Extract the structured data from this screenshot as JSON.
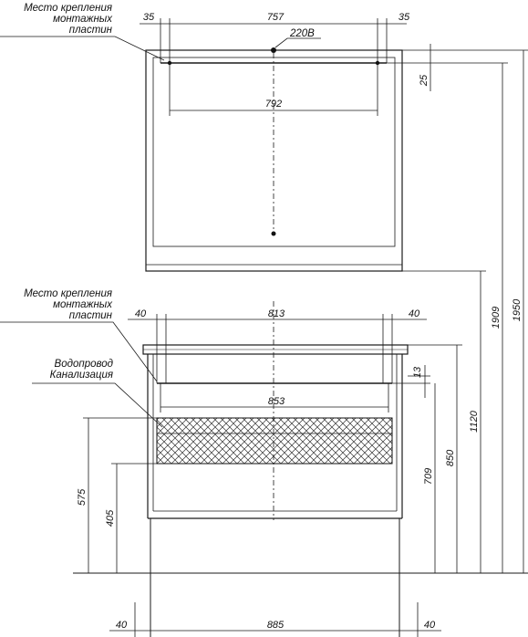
{
  "labels": {
    "mount_top_line1": "Место крепления",
    "mount_top_line2": "монтажных",
    "mount_top_line3": "пластин",
    "mount_mid_line1": "Место крепления",
    "mount_mid_line2": "монтажных",
    "mount_mid_line3": "пластин",
    "water_line1": "Водопровод",
    "water_line2": "Канализация",
    "power": "220В"
  },
  "dimensions": {
    "mirror_side_left": "35",
    "mirror_mount_span": "757",
    "mirror_side_right": "35",
    "mirror_inner_width": "792",
    "mirror_top_offset": "25",
    "cabinet_side_left": "40",
    "cabinet_mount_span": "813",
    "cabinet_side_right": "40",
    "cabinet_inner_width": "853",
    "cabinet_top_offset": "13",
    "water_height": "575",
    "drain_height": "405",
    "body_top_height": "709",
    "counter_height": "850",
    "mirror_bottom_height": "1120",
    "mount_height": "1909",
    "total_height": "1950",
    "bottom_side_left": "40",
    "total_width": "885",
    "bottom_side_right": "40"
  }
}
